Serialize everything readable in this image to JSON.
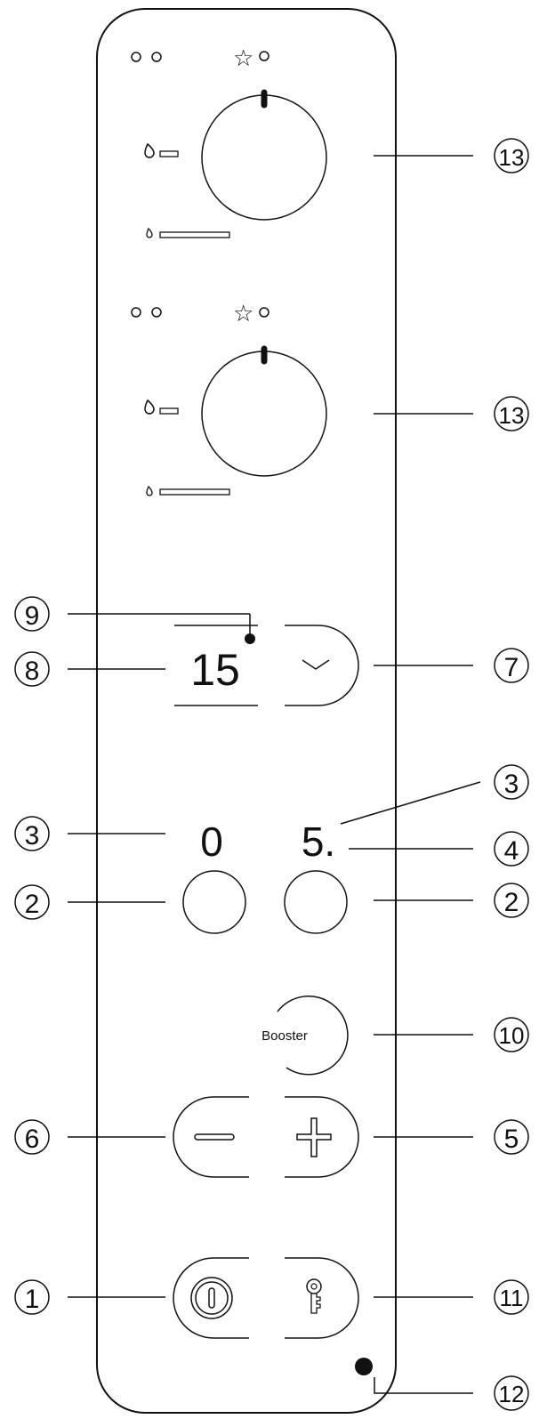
{
  "callouts": {
    "c1": "①",
    "c2": "②",
    "c3": "③",
    "c4": "④",
    "c5": "⑤",
    "c6": "⑥",
    "c7": "⑦",
    "c8": "⑧",
    "c9": "⑨",
    "c10": "⑩",
    "c11": "⑪",
    "c12": "⑫",
    "c13": "⑬"
  },
  "display": {
    "timer_value": "15",
    "left_zone_level": "0",
    "right_zone_level": "5."
  },
  "buttons": {
    "booster_label": "Booster"
  },
  "icons": {
    "hotplate_dots": "two-circles",
    "star": "☆",
    "water_drop": "drop",
    "key": "key",
    "power": "on-off"
  }
}
